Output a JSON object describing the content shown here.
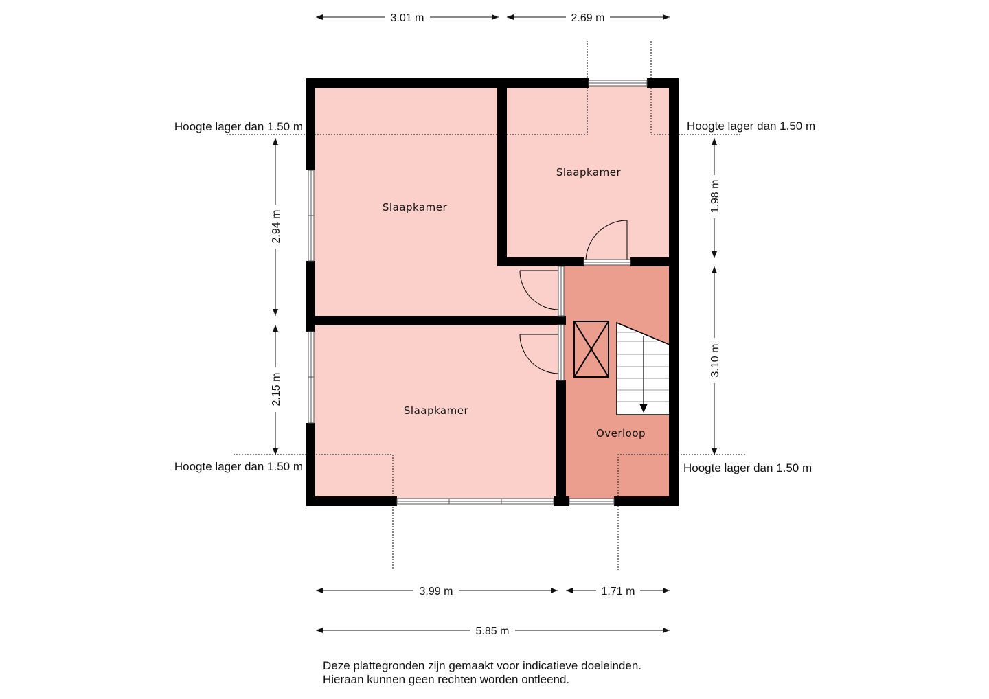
{
  "plan": {
    "rooms": [
      {
        "id": "slaapkamer-1",
        "label": "Slaapkamer"
      },
      {
        "id": "slaapkamer-2",
        "label": "Slaapkamer"
      },
      {
        "id": "slaapkamer-3",
        "label": "Slaapkamer"
      },
      {
        "id": "overloop",
        "label": "Overloop"
      }
    ],
    "dimensions": {
      "top_left": "3.01 m",
      "top_right": "2.69 m",
      "left_upper": "2.94 m",
      "left_lower": "2.15 m",
      "right_upper": "1.98 m",
      "right_lower": "3.10 m",
      "bottom_left": "3.99 m",
      "bottom_right": "1.71 m",
      "bottom_total": "5.85 m"
    },
    "height_notes": {
      "top_left": "Hoogte lager dan 1.50 m",
      "top_right": "Hoogte lager dan 1.50 m",
      "bottom_left": "Hoogte lager dan 1.50 m",
      "bottom_right": "Hoogte lager dan 1.50 m"
    },
    "colors": {
      "bedroom_fill": "#fcd0ca",
      "landing_fill": "#eb9d8e",
      "wall": "#000000"
    }
  },
  "disclaimer": {
    "line1": "Deze plattegronden zijn gemaakt voor indicatieve doeleinden.",
    "line2": "Hieraan kunnen geen rechten worden ontleend."
  }
}
